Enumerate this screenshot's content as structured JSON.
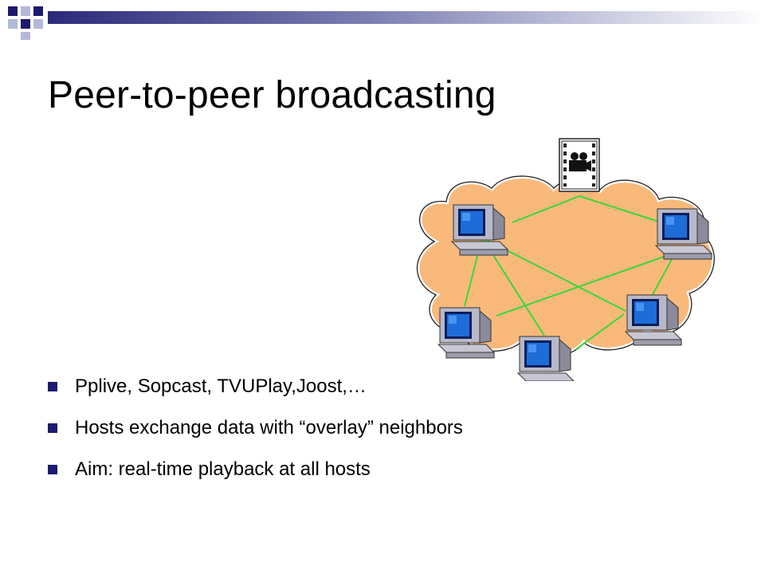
{
  "slide": {
    "title": "Peer-to-peer broadcasting",
    "bullets": [
      "Pplive, Sopcast, TVUPlay,Joost,…",
      "Hosts exchange data with “overlay” neighbors",
      "Aim: real-time playback at all hosts"
    ]
  },
  "diagram": {
    "cloud_color": "#f9b97b",
    "link_color": "#39d839",
    "source_icon": "film-camera-icon",
    "host_icon": "computer-icon",
    "hosts": [
      "host-top-left",
      "host-right",
      "host-left",
      "host-bottom",
      "host-bottom-right"
    ]
  },
  "theme": {
    "accent_dark": "#1c1a6e",
    "accent_light": "#b4b8d8"
  }
}
